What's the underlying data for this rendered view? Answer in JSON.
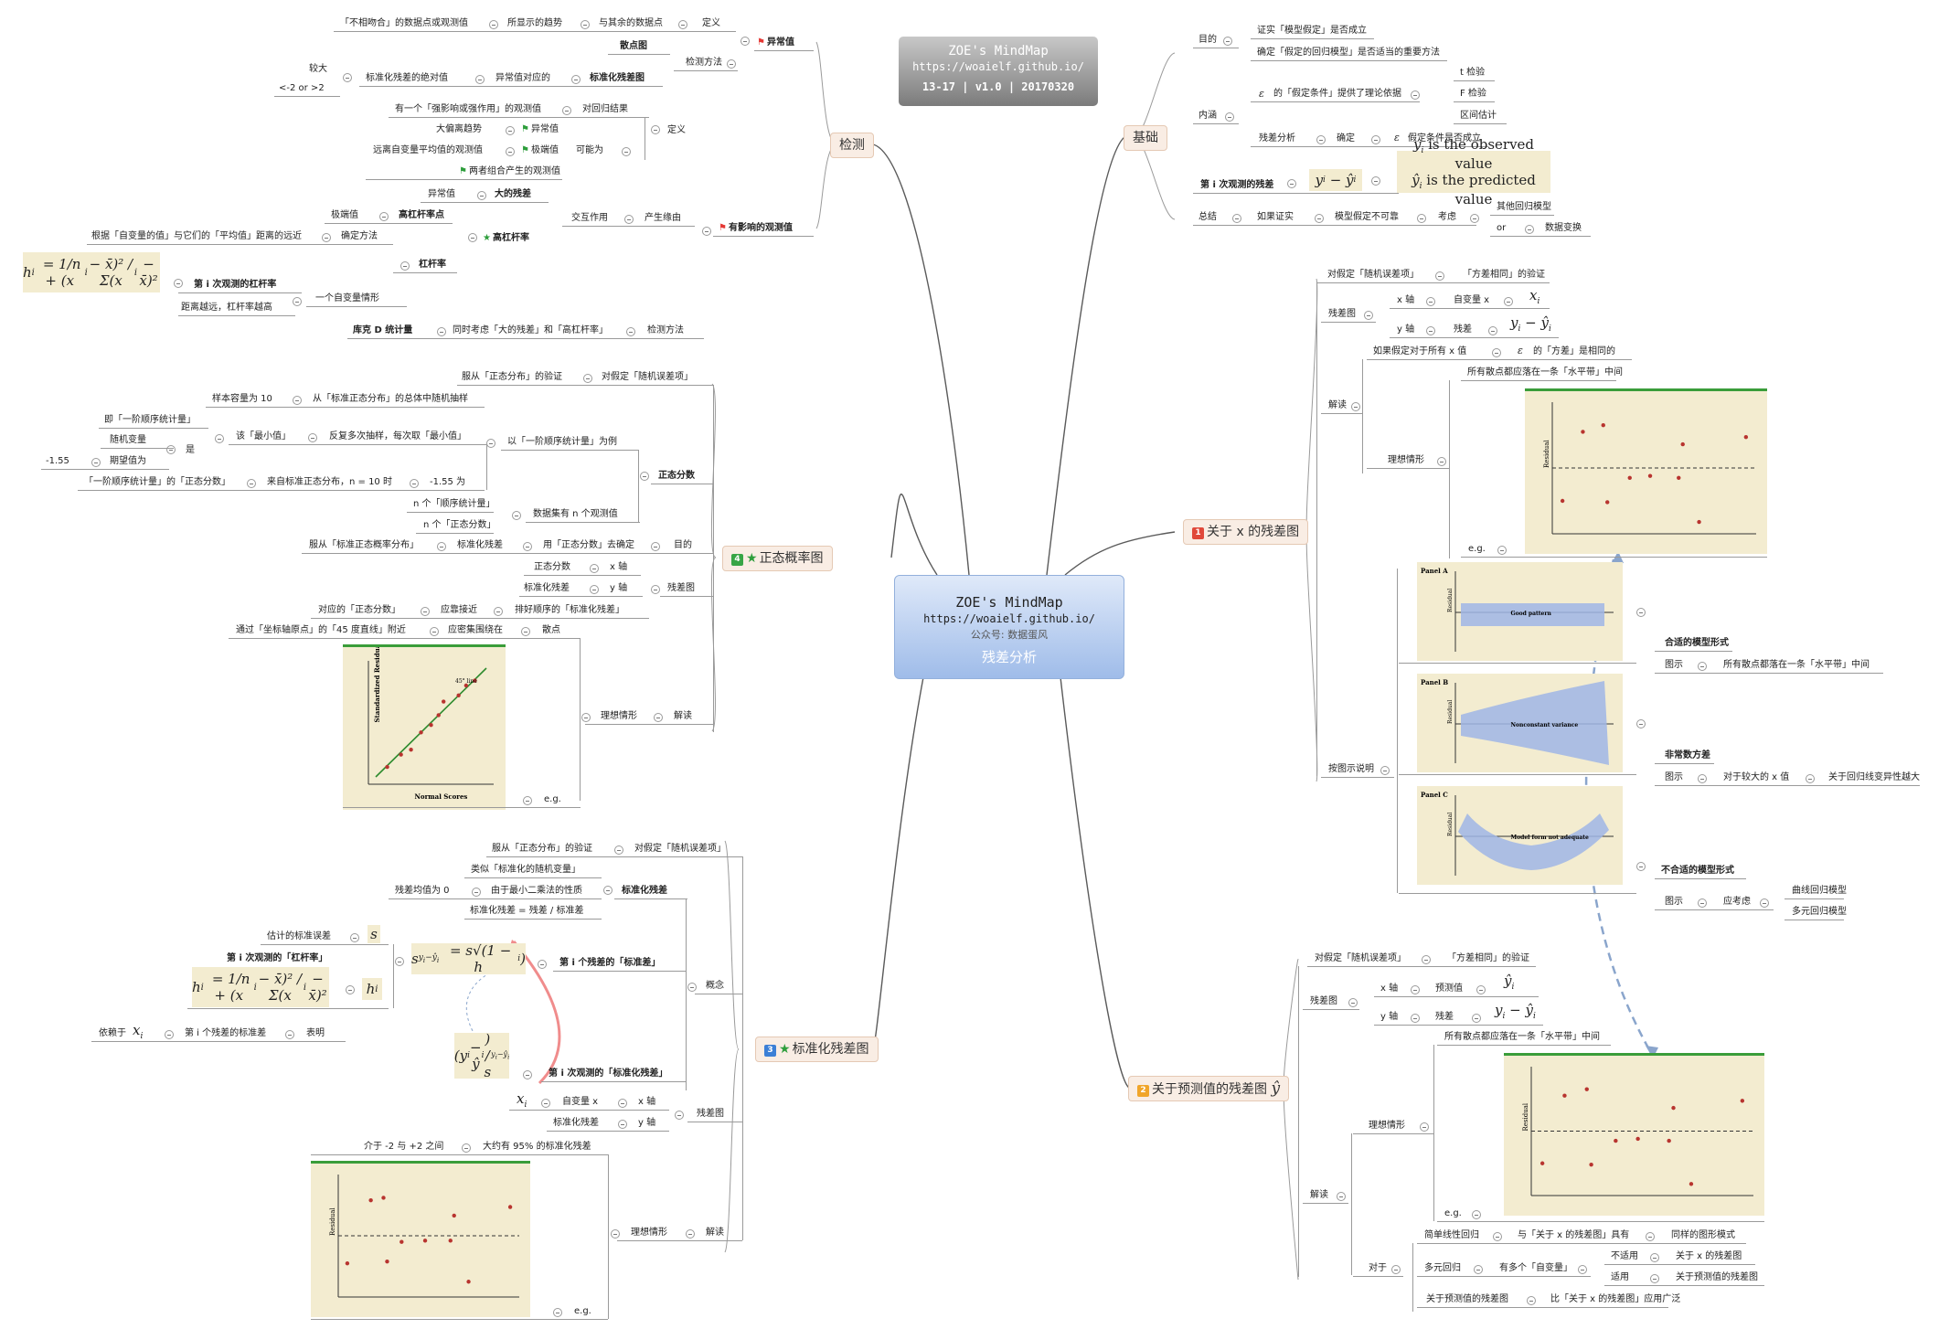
{
  "header": {
    "title": "ZOE's MindMap",
    "url": "https://woaielf.github.io/",
    "version": "13-17 | v1.0 | 20170320"
  },
  "center": {
    "title": "ZOE's MindMap",
    "url": "https://woaielf.github.io/",
    "wechat": "公众号: 数据蛋风",
    "topic": "残差分析"
  },
  "topics": {
    "jiance": "检测",
    "zhengtai": "正态概率图",
    "biaozhun": "标准化残差图",
    "jichu": "基础",
    "guanyux": "关于 x 的残差图",
    "yuce": "关于预测值的残差图",
    "zhengtai_num": "4",
    "biaozhun_num": "3",
    "guanyux_num": "1",
    "yuce_num": "2",
    "yuce_symbol": "ŷ"
  },
  "colors": {
    "tag_red": "#e0483a",
    "tag_blue": "#3b7fd6",
    "tag_green": "#37a546",
    "tag_orange": "#f0a52a",
    "plot_bg": "#f3ecd0",
    "plot_border": "#3a9d3a",
    "dot": "#b8342f",
    "arrow": "#8aa5cc",
    "pink_arrow": "#f08c8c"
  },
  "jiance": {
    "yichang": "异常值",
    "dingyi": "定义",
    "d1": "「不相吻合」的数据点或观测值",
    "d2": "所显示的趋势",
    "d3": "与其余的数据点",
    "jcff": "检测方法",
    "sandian": "散点图",
    "bzh": "标准化残差图",
    "yichang_dy": "异常值对应的",
    "juedui": "标准化残差的绝对值",
    "jiaoda": "较大",
    "range": "<-2 or >2",
    "youyingxiang": "有影响的观测值",
    "yx_dingyi": "定义",
    "yx1": "有一个「强影响或强作用」的观测值",
    "yx2": "对回归结果",
    "kenengwei": "可能为",
    "k1": "大偏离趋势",
    "k1b": "异常值",
    "k2": "远离自变量平均值的观测值",
    "k2b": "极端值",
    "k3": "两者组合产生的观测值",
    "chansheng": "产生缘由",
    "jiaohu": "交互作用",
    "yc": "异常值",
    "dcc": "大的残差",
    "ggg": "高杠杆率",
    "jdz": "极端值",
    "gglbd": "高杠杆率点",
    "qdff": "确定方法",
    "genju": "根据「自变量的值」与它们的「平均值」距离的远近",
    "gg": "杠杆率",
    "di_i": "第 i 次观测的杠杆率",
    "yige": "一个自变量情形",
    "juli": "距离越远，杠杆率越高",
    "jcff2": "检测方法",
    "kuke": "库克 D 统计量",
    "tongshi": "同时考虑「大的残差」和「高杠杆率」"
  },
  "zhengtai": {
    "fucong": "服从「正态分布」的验证",
    "duijiading": "对假定「随机误差项」",
    "zhfs": "正态分数",
    "li": "以「一阶顺序统计量」为例",
    "yb": "样本容量为 10",
    "cong": "从「标准正态分布」的总体中随机抽样",
    "fanfu": "反复多次抽样，每次取「最小值」",
    "gai": "该「最小值」",
    "jiyi": "即「一阶顺序统计量」",
    "sj": "随机变量",
    "shi": "是",
    "qwz": "期望值为",
    "val": "-1.55",
    "zf1": "「一阶顺序统计量」的「正态分数」",
    "zf2": "来自标准正态分布，n = 10 时",
    "zf3": "-1.55 为",
    "nge1": "n 个「顺序统计量」",
    "nge2": "n 个「正态分数」",
    "sjj": "数据集有 n 个观测值",
    "md": "目的",
    "yong": "用「正态分数」去确定",
    "bzcc": "标准化残差",
    "fcp": "服从「标准正态概率分布」",
    "ccb": "残差图",
    "zhfs2": "正态分数",
    "xz": "x 轴",
    "bzcc2": "标准化残差",
    "yz": "y 轴",
    "jiedu": "解读",
    "lxqx": "理想情形",
    "pxh": "排好顺序的「标准化残差」",
    "ygjj": "应靠接近",
    "dyd": "对应的「正态分数」",
    "sd": "散点",
    "yjmj": "应密集围绕在",
    "tgzb": "通过「坐标轴原点」的「45 度直线」附近",
    "eg": "e.g."
  },
  "biaozhun": {
    "fucong": "服从「正态分布」的验证",
    "dui": "对假定「随机误差项」",
    "bzhcc": "标准化残差",
    "lsy": "类似「标准化的随机变量」",
    "ccjz": "残差均值为 0",
    "yuyu": "由于最小二乘法的性质",
    "gs": "标准化残差 = 残差 / 标准差",
    "gainian": "概念",
    "di_i_bz": "第 i 个残差的「标准差」",
    "gjbz": "估计的标准误差",
    "s": "s",
    "di_i_gg": "第 i 次观测的「杠杆率」",
    "yilai": "依赖于",
    "bm": "表明",
    "di_i_cc_bz": "第 i 个残差的标准差",
    "di_i_bzcc": "第 i 次观测的「标准化残差」",
    "ccb": "残差图",
    "zbl": "自变量 x",
    "xz": "x 轴",
    "bzcc": "标准化残差",
    "yz": "y 轴",
    "jieshi": "解读",
    "lxqx": "理想情形",
    "jiexu": "介于 -2 与 +2 之间",
    "dayue": "大约有 95% 的标准化残差",
    "eg": "e.g."
  },
  "jichu": {
    "mudi": "目的",
    "m1": "证实「模型假定」是否成立",
    "m2": "确定「假定的回归模型」是否适当的重要方法",
    "neihan": "内涵",
    "epsilon": "ε",
    "nh1": "的「假定条件」提供了理论依据",
    "t": "t 检验",
    "f": "F 检验",
    "q": "区间估计",
    "ccfx": "残差分析",
    "qd": "确定",
    "jdtj": "假定条件是否成立",
    "di_i": "第 i 次观测的残差",
    "obs": "is the observed value",
    "pred": "is the predicted value",
    "zongjie": "总结",
    "rgzs": "如果证实",
    "mxjd": "模型假定不可靠",
    "kaolv": "考虑",
    "qt": "其他回归模型",
    "or": "or",
    "sjbh": "数据变换"
  },
  "guanyux": {
    "dui": "对假定「随机误差项」",
    "fc": "「方差相同」的验证",
    "ccb": "残差图",
    "xz": "x 轴",
    "zbl": "自变量 x",
    "yz": "y 轴",
    "cc": "残差",
    "jiedu": "解读",
    "ruguo": "如果假定对于所有 x 值",
    "fcxt": "的「方差」是相同的",
    "lxqx": "理想情形",
    "suoyou": "所有散点都应落在一条「水平带」中间",
    "eg": "e.g.",
    "atsm": "按图示说明",
    "hsmx": "合适的模型形式",
    "tushi": "图示",
    "sp1": "所有散点都落在一条「水平带」中间",
    "fcsfc": "非常数方差",
    "dyjd": "对于较大的 x 值",
    "gyhg": "关于回归线变异性越大",
    "bhsmx": "不合适的模型形式",
    "ykl": "应考虑",
    "qxhg": "曲线回归模型",
    "dyhg": "多元回归模型"
  },
  "yuce": {
    "dui": "对假定「随机误差项」",
    "fc": "「方差相同」的验证",
    "ccb": "残差图",
    "xz": "x 轴",
    "yczhi": "预测值",
    "yz": "y 轴",
    "cc": "残差",
    "jiedu": "解读",
    "lxqx": "理想情形",
    "suoyou": "所有散点都应落在一条「水平带」中间",
    "eg": "e.g.",
    "duiyu": "对于",
    "jdxx": "简单线性回归",
    "yu": "与「关于 x 的残差图」具有",
    "txt": "同样的图形模式",
    "dyhg": "多元回归",
    "yds": "有多个「自变量」",
    "bsy": "不适用",
    "gyx": "关于 x 的残差图",
    "sy": "适用",
    "gyyc": "关于预测值的残差图",
    "gyyc2": "关于预测值的残差图",
    "bi": "比「关于 x 的残差图」应用广泛"
  },
  "panels": {
    "a": "Panel A",
    "b": "Panel B",
    "c": "Panel C",
    "good": "Good pattern",
    "nonconst": "Nonconstant variance",
    "model": "Model form not adequate",
    "residual": "Residual"
  },
  "plot_labels": {
    "residual": "Residual",
    "std_res": "Standardized Residuals",
    "normal": "Normal Scores",
    "line45": "45° line"
  }
}
